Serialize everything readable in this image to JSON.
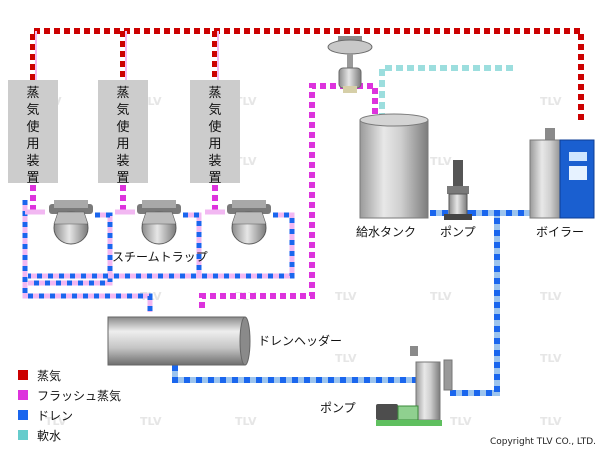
{
  "colors": {
    "steam": "#cc0000",
    "flash_steam": "#dd33dd",
    "drain": "#1a66ee",
    "soft_water": "#66cccc",
    "flash_light": "#f2b8f2",
    "drain_light": "#9cc4ee"
  },
  "equipment": {
    "steam_unit_label": "蒸気使用装置",
    "steam_trap_label": "スチームトラップ",
    "drain_header_label": "ドレンヘッダー",
    "feed_tank_label": "給水タンク",
    "pump_label": "ポンプ",
    "boiler_label": "ボイラー",
    "recovery_pump_label": "ポンプ"
  },
  "legend": [
    {
      "label": "蒸気",
      "color": "#cc0000"
    },
    {
      "label": "フラッシュ蒸気",
      "color": "#dd33dd"
    },
    {
      "label": "ドレン",
      "color": "#1a66ee"
    },
    {
      "label": "軟水",
      "color": "#66cccc"
    }
  ],
  "watermark": "TLV",
  "copyright": "Copyright TLV CO., LTD."
}
